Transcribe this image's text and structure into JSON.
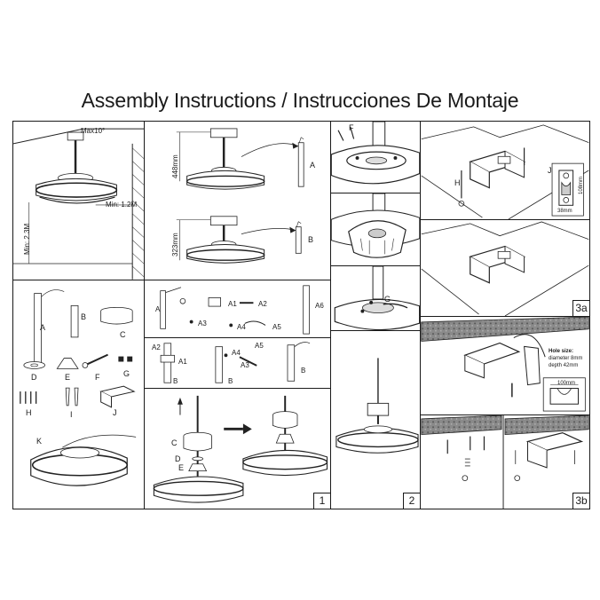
{
  "title": "Assembly Instructions / Instrucciones De Montaje",
  "panel_install": {
    "max_angle": "Max10°",
    "min_side": "Min: 1.2M",
    "min_floor": "Min: 2.3M"
  },
  "panel_heights": {
    "height_a": "448mm",
    "height_b": "323mm",
    "rod_a": "A",
    "rod_b": "B"
  },
  "panel_fg": {
    "f": "F",
    "g": "G"
  },
  "panel_hj": {
    "h": "H",
    "j": "J",
    "j_height": "108mm",
    "j_width": "38mm"
  },
  "panel_3a": {
    "step": "3a"
  },
  "panel_hole": {
    "hole_size": "Hole size:",
    "diameter": "diameter 8mm",
    "depth": "depth 42mm",
    "bracket_width": "100mm"
  },
  "panel_3b": {
    "step": "3b"
  },
  "panel_parts": {
    "a": "A",
    "b": "B",
    "c": "C",
    "d": "D",
    "e": "E",
    "f": "F",
    "g": "G",
    "h": "H",
    "i": "I",
    "j": "J",
    "k": "K"
  },
  "panel_rod_parts": {
    "a": "A",
    "a1": "A1",
    "a2": "A2",
    "a3": "A3",
    "a4": "A4",
    "a5": "A5",
    "a6": "A6"
  },
  "panel_rod_assembly": {
    "a2": "A2",
    "a1": "A1",
    "a4": "A4",
    "a5": "A5",
    "a3": "A3",
    "b1": "B",
    "b2": "B",
    "b3": "B"
  },
  "panel_step1": {
    "c": "C",
    "d": "D",
    "e": "E",
    "step": "1"
  },
  "panel_step2": {
    "step": "2"
  }
}
